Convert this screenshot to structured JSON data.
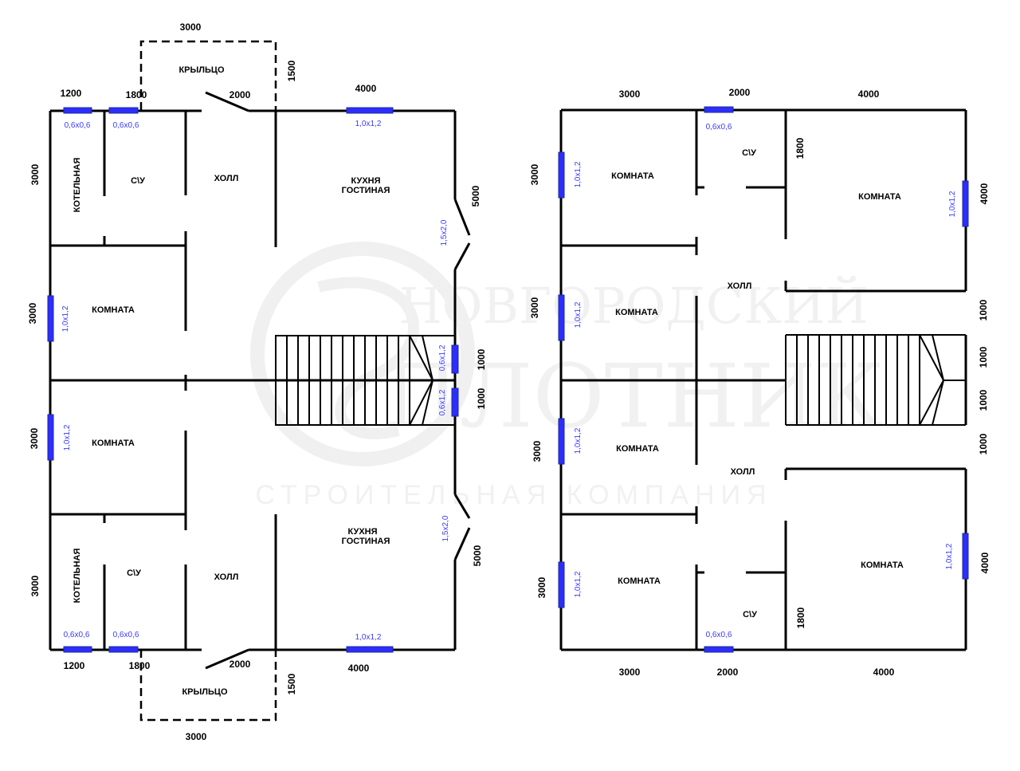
{
  "watermark": {
    "line1": "НОВГОРОДСКИЙ",
    "line2": "ПЛОТНИК",
    "line3": "СТРОИТЕЛЬНАЯ КОМПАНИЯ"
  },
  "floor1": {
    "rooms": {
      "boiler_top": "КОТЕЛЬНАЯ",
      "wc_top": "С\\У",
      "hall_top": "ХОЛЛ",
      "kitchen_top_1": "КУХНЯ",
      "kitchen_top_2": "ГОСТИНАЯ",
      "room_1": "КОМНАТА",
      "room_2": "КОМНАТА",
      "boiler_bottom": "КОТЕЛЬНАЯ",
      "wc_bottom": "С\\У",
      "hall_bottom": "ХОЛЛ",
      "kitchen_bottom_1": "КУХНЯ",
      "kitchen_bottom_2": "ГОСТИНАЯ",
      "porch_top": "КРЫЛЬЦО",
      "porch_bottom": "КРЫЛЬЦО"
    },
    "dims": {
      "porch_top_w": "3000",
      "porch_top_h": "1500",
      "top_1200": "1200",
      "top_1800": "1800",
      "door_top": "2000",
      "top_4000": "4000",
      "left_3000_a": "3000",
      "left_3000_b": "3000",
      "left_3000_c": "3000",
      "left_3000_d": "3000",
      "right_5000_a": "5000",
      "right_1000_a": "1000",
      "right_1000_b": "1000",
      "right_5000_b": "5000",
      "bottom_1200": "1200",
      "bottom_1800": "1800",
      "door_bottom": "2000",
      "bottom_4000": "4000",
      "porch_bottom_h": "1500",
      "porch_bottom_w": "3000"
    },
    "windows": {
      "w_top_1": "0,6x0,6",
      "w_top_2": "0,6x0,6",
      "w_top_3": "1,0x1,2",
      "w_left_1": "1,0x1,2",
      "w_left_2": "1,0x1,2",
      "w_right_door_1": "1,5x2,0",
      "w_right_1": "0,6x1,2",
      "w_right_2": "0,6x1,2",
      "w_right_door_2": "1,5x2,0",
      "w_bottom_1": "0,6x0,6",
      "w_bottom_2": "0,6x0,6",
      "w_bottom_3": "1,0x1,2"
    }
  },
  "floor2": {
    "rooms": {
      "room_tl": "КОМНАТА",
      "wc_top": "С\\У",
      "room_tr": "КОМНАТА",
      "hall_top": "ХОЛЛ",
      "room_ml": "КОМНАТА",
      "room_ml2": "КОМНАТА",
      "hall_bottom": "ХОЛЛ",
      "room_bl": "КОМНАТА",
      "wc_bottom": "С\\У",
      "room_br": "КОМНАТА"
    },
    "dims": {
      "top_3000": "3000",
      "top_2000": "2000",
      "top_4000": "4000",
      "left_3000_a": "3000",
      "left_3000_b": "3000",
      "left_3000_c": "3000",
      "left_3000_d": "3000",
      "inner_1800_top": "1800",
      "inner_1800_bottom": "1800",
      "right_4000_a": "4000",
      "right_1000_a": "1000",
      "right_1000_b": "1000",
      "right_1000_c": "1000",
      "right_1000_d": "1000",
      "right_4000_b": "4000",
      "bottom_3000": "3000",
      "bottom_2000": "2000",
      "bottom_4000": "4000"
    },
    "windows": {
      "w_top": "0,6x0,6",
      "w_left_1": "1,0x1,2",
      "w_left_2": "1,0x1,2",
      "w_left_3": "1,0x1,2",
      "w_left_4": "1,0x1,2",
      "w_right_1": "1,0x1,2",
      "w_right_2": "1,0x1,2",
      "w_bottom": "0,6x0,6"
    }
  }
}
